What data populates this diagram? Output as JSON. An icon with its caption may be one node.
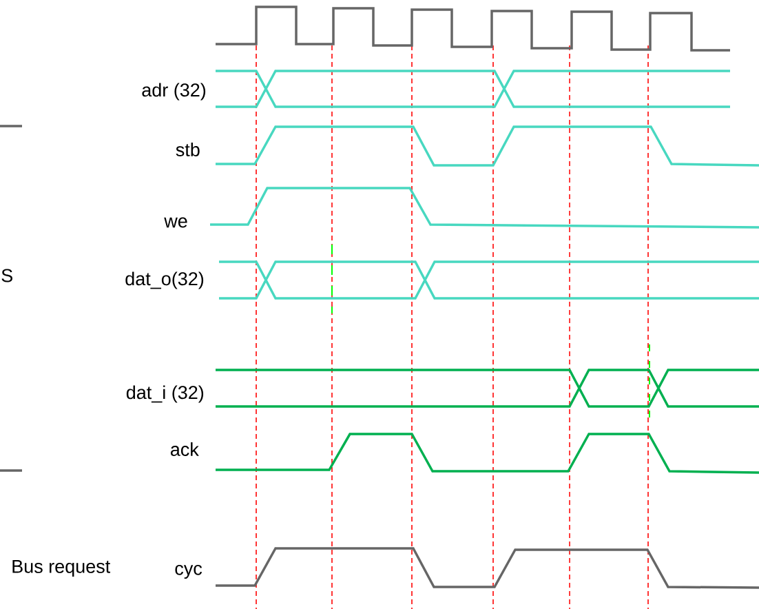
{
  "diagram": {
    "labels": [
      "adr (32)",
      "stb",
      "we",
      "S",
      "dat_o(32)",
      "dat_i (32)",
      "ack",
      "Bus request",
      "cyc"
    ]
  }
}
